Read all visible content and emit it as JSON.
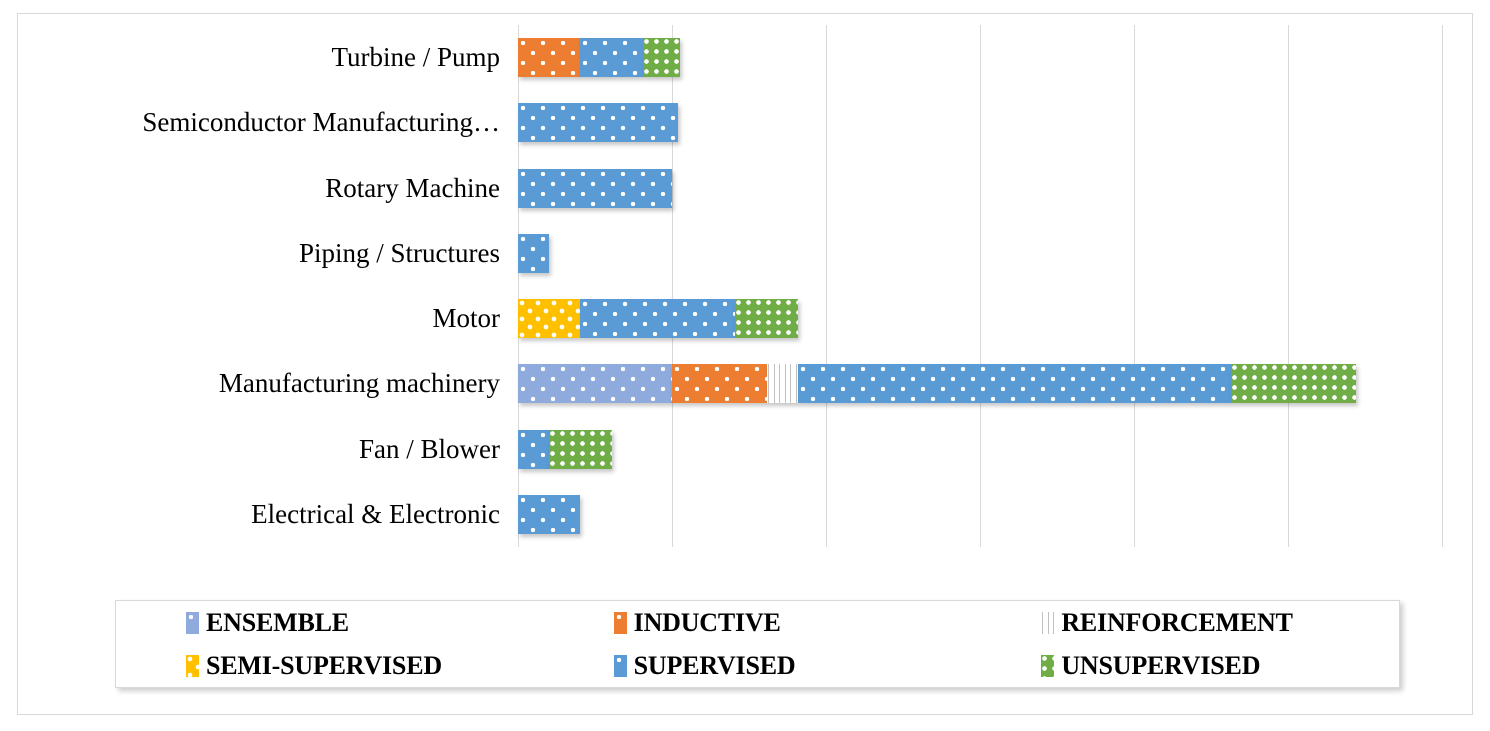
{
  "chart_data": {
    "type": "bar",
    "orientation": "horizontal",
    "stacked": true,
    "title": "",
    "xlabel": "",
    "ylabel": "",
    "grid": true,
    "xlim": [
      0,
      6
    ],
    "xticks": [
      0,
      1,
      2,
      3,
      4,
      5,
      6
    ],
    "xtick_labels": [
      "",
      "",
      "",
      "",
      "",
      "",
      ""
    ],
    "legend_position": "bottom",
    "categories": [
      "Turbine / Pump",
      "Semiconductor Manufacturing…",
      "Rotary Machine",
      "Piping / Structures",
      "Motor",
      "Manufacturing machinery",
      "Fan / Blower",
      "Electrical & Electronic"
    ],
    "series": [
      {
        "name": "ENSEMBLE",
        "color": "#8FAADC",
        "pattern": "dots",
        "values": [
          0,
          0,
          0,
          0,
          0,
          1.0,
          0,
          0
        ]
      },
      {
        "name": "INDUCTIVE",
        "color": "#ED7D31",
        "pattern": "dots",
        "values": [
          0.4,
          0,
          0,
          0,
          0,
          0.62,
          0,
          0
        ]
      },
      {
        "name": "REINFORCEMENT",
        "color": "#808080",
        "pattern": "brick",
        "values": [
          0,
          0,
          0,
          0,
          0,
          0.2,
          0,
          0
        ]
      },
      {
        "name": "SEMI-SUPERVISED",
        "color": "#FFC000",
        "pattern": "dots-dense",
        "values": [
          0,
          0,
          0,
          0,
          0.4,
          0,
          0,
          0
        ]
      },
      {
        "name": "SUPERVISED",
        "color": "#5B9BD5",
        "pattern": "dots",
        "values": [
          0.41,
          1.04,
          1.0,
          0.2,
          1.01,
          2.81,
          0.2,
          0.4
        ]
      },
      {
        "name": "UNSUPERVISED",
        "color": "#70AD47",
        "pattern": "dots-grid",
        "values": [
          0.24,
          0,
          0,
          0,
          0.41,
          0.81,
          0.41,
          0
        ]
      }
    ]
  },
  "legend": {
    "items": [
      {
        "label": "ENSEMBLE",
        "color": "#8FAADC",
        "pattern": "dots"
      },
      {
        "label": "INDUCTIVE",
        "color": "#ED7D31",
        "pattern": "dots"
      },
      {
        "label": "REINFORCEMENT",
        "color": "#808080",
        "pattern": "brick"
      },
      {
        "label": "SEMI-SUPERVISED",
        "color": "#FFC000",
        "pattern": "dots-dense"
      },
      {
        "label": "SUPERVISED",
        "color": "#5B9BD5",
        "pattern": "dots"
      },
      {
        "label": "UNSUPERVISED",
        "color": "#70AD47",
        "pattern": "dots-grid"
      }
    ]
  },
  "style": {
    "gridline_color": "#D9D9D9",
    "border_color": "#D9D9D9",
    "background": "#FFFFFF",
    "text_color": "#000000"
  }
}
